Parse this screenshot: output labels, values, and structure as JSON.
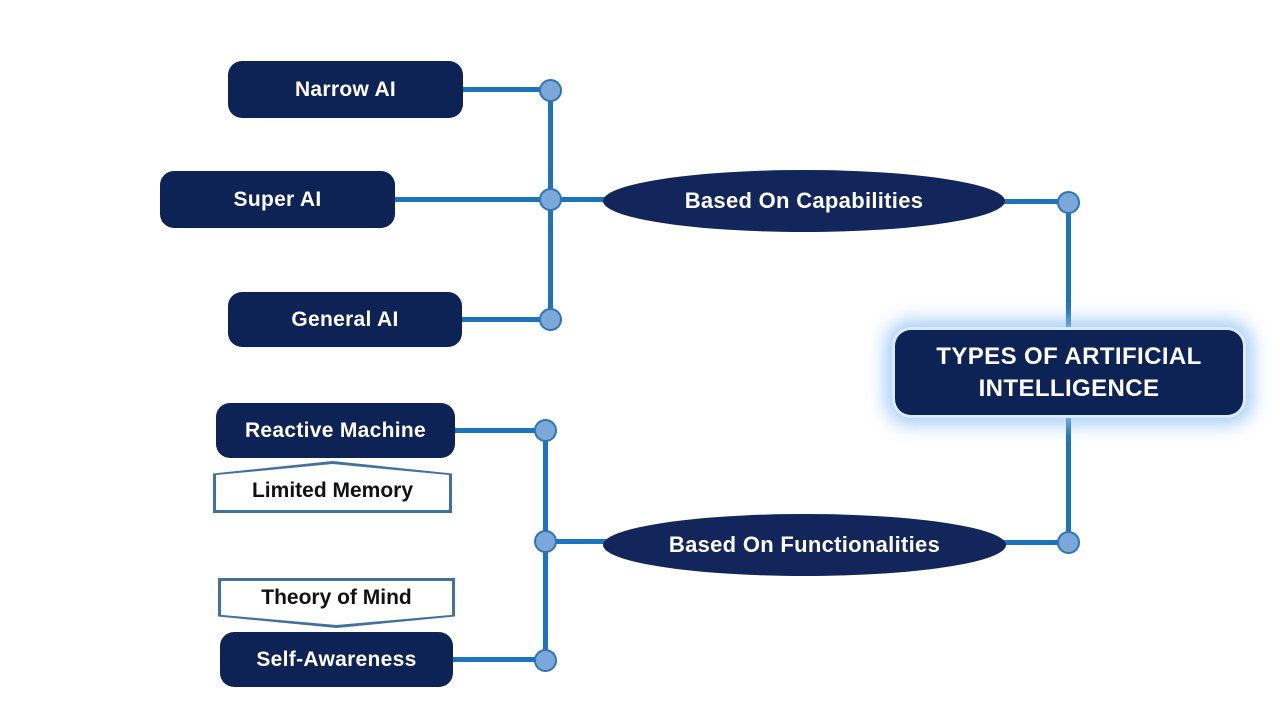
{
  "title": "TYPES OF ARTIFICIAL INTELLIGENCE",
  "root": {
    "label": "TYPES OF ARTIFICIAL INTELLIGENCE"
  },
  "branches": {
    "capabilities": {
      "label": "Based On Capabilities",
      "children": {
        "narrow": {
          "label": "Narrow AI"
        },
        "super": {
          "label": "Super AI"
        },
        "general": {
          "label": "General AI"
        }
      }
    },
    "functionalities": {
      "label": "Based On Functionalities",
      "children": {
        "reactive": {
          "label": "Reactive Machine"
        },
        "limited": {
          "label": "Limited Memory"
        },
        "theory": {
          "label": "Theory of Mind"
        },
        "self": {
          "label": "Self-Awareness"
        }
      }
    }
  },
  "colors": {
    "node_fill": "#0E2355",
    "ellipse_fill": "#13265C",
    "connector": "#1B74BC",
    "dot_fill": "#7CA7D9",
    "dot_border": "#2E75B6",
    "banner_border": "#41719C",
    "glow": "#BCD8F7",
    "text_light": "#FFFFFF",
    "text_dark": "#111111"
  }
}
